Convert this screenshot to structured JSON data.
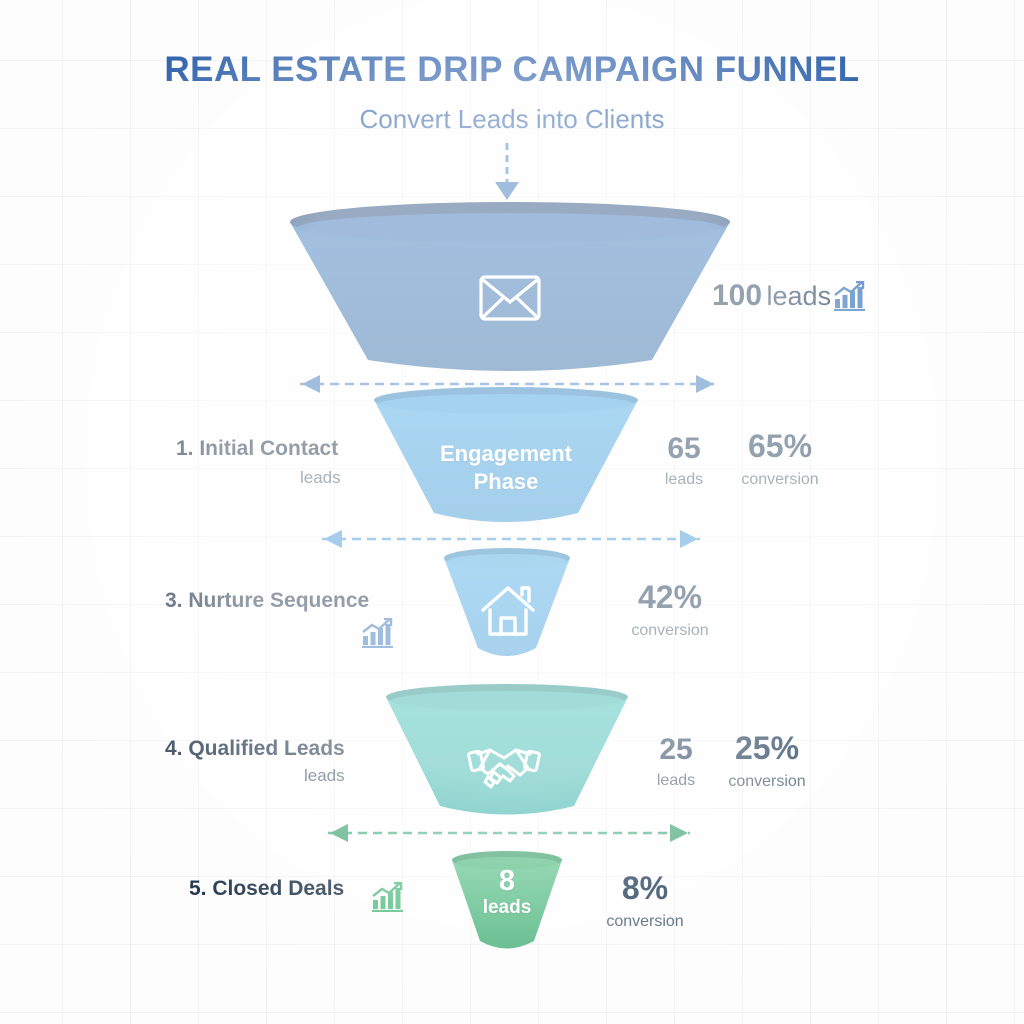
{
  "header": {
    "title": "REAL ESTATE DRIP CAMPAIGN FUNNEL",
    "subtitle": "Convert Leads into Clients",
    "title_color": "#1f55a5"
  },
  "stages": [
    {
      "id": "initial-contact",
      "name": "1. Initial Contact",
      "sub_label": "leads",
      "inside_text": "",
      "leads": "100",
      "leads_caption": "leads",
      "conversion": "",
      "conversion_caption": "",
      "icon": "envelope-icon",
      "color": "#2e6db4",
      "rim_color": "#1c4578"
    },
    {
      "id": "engagement-phase",
      "name": "",
      "sub_label": "",
      "inside_line1": "Engagement",
      "inside_line2": "Phase",
      "leads": "65",
      "leads_caption": "leads",
      "conversion": "65%",
      "conversion_caption": "conversion",
      "icon": "",
      "color": "#3a9ede",
      "rim_color": "#2277b5"
    },
    {
      "id": "nurture-sequence",
      "name": "3. Nurture Sequence",
      "sub_label": "",
      "leads": "",
      "leads_caption": "",
      "conversion": "42%",
      "conversion_caption": "conversion",
      "icon": "house-icon",
      "color": "#45a6e2",
      "rim_color": "#2480bb"
    },
    {
      "id": "qualified-leads",
      "name": "4. Qualified Leads",
      "sub_label": "leads",
      "leads": "25",
      "leads_caption": "leads",
      "conversion": "25%",
      "conversion_caption": "conversion",
      "icon": "handshake-icon",
      "color": "#33b5ad",
      "rim_color": "#1d8f88"
    },
    {
      "id": "closed-deals",
      "name": "5. Closed Deals",
      "sub_label": "",
      "inside_num": "8",
      "inside_sub": "leads",
      "leads": "",
      "leads_caption": "",
      "conversion": "8%",
      "conversion_caption": "conversion",
      "icon": "chart-growth-icon",
      "color": "#4cb87c",
      "rim_color": "#2f9a63"
    }
  ],
  "connectors": {
    "top_arrow": "down-arrow",
    "between_1_2": "double-arrow",
    "between_2_3": "double-arrow",
    "between_4_5": "double-arrow"
  },
  "colors": {
    "blue_accent": "#2e6db4",
    "light_blue": "#3a9ede",
    "teal": "#33b5ad",
    "green": "#4cb87c",
    "text_dark": "#12283f"
  }
}
